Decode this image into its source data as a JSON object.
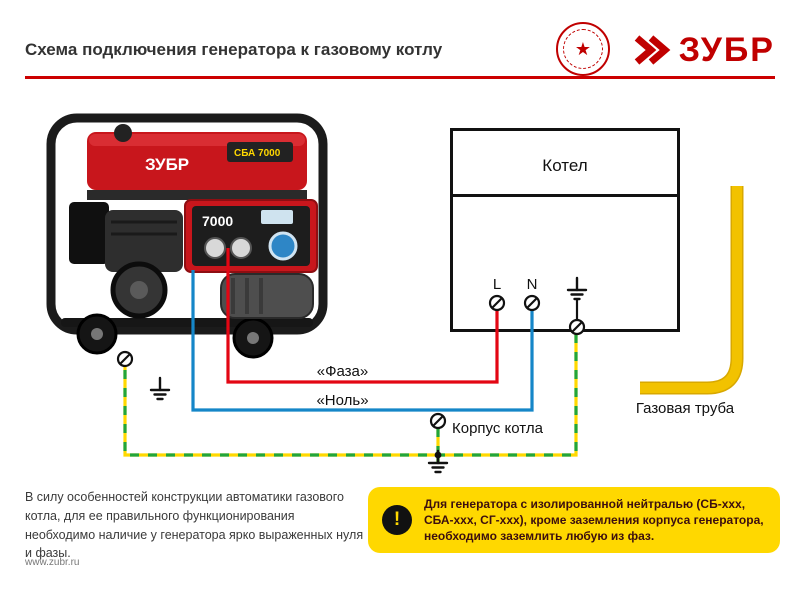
{
  "header": {
    "title": "Схема подключения генератора к газовому котлу",
    "brand": "ЗУБР",
    "stamp_star": "★"
  },
  "generator": {
    "brand": "ЗУБР",
    "model_sticker": "СБА 7000",
    "power": "7000"
  },
  "diagram": {
    "boiler_label": "Котел",
    "terminal_l": "L",
    "terminal_n": "N",
    "phase_label": "«Фаза»",
    "neutral_label": "«Ноль»",
    "boiler_body_label": "Корпус котла",
    "gas_pipe_label": "Газовая труба"
  },
  "footer": {
    "note": "В силу особенностей конструкции автоматики газового котла, для ее правильного функционирования необходимо наличие у генератора ярко выраженных нуля и фазы.",
    "warning": "Для генератора с изолированной нейтралью (СБ-ххх, СБА-ххх, СГ-ххх), кроме заземления корпуса генератора, необходимо заземлить любую из фаз.",
    "warning_icon": "!",
    "website": "www.zubr.ru"
  },
  "colors": {
    "accent_red": "#cc0000",
    "wire_phase": "#e30613",
    "wire_neutral": "#1586c8",
    "wire_ground_yellow": "#ffd800",
    "wire_ground_green": "#22a53a",
    "gas_pipe": "#f2c200",
    "warning_bg": "#ffd800"
  }
}
